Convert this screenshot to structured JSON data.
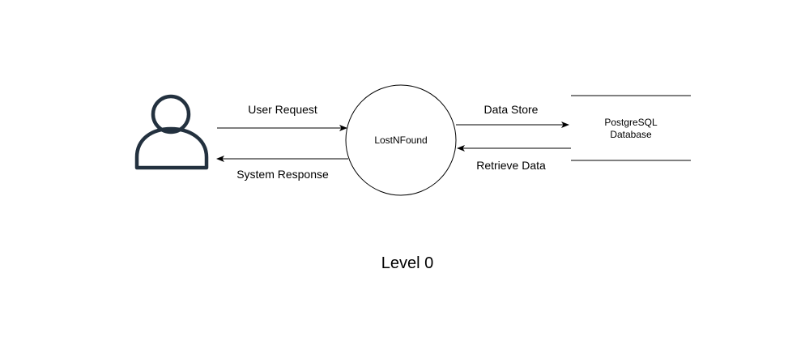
{
  "diagram": {
    "title": "Level 0",
    "process": {
      "label": "LostNFound"
    },
    "data_store": {
      "line1": "PostgreSQL",
      "line2": "Database"
    },
    "flows": {
      "user_request": "User Request",
      "system_response": "System Response",
      "data_store": "Data Store",
      "retrieve_data": "Retrieve Data"
    },
    "colors": {
      "actor": "#23313f",
      "stroke": "#000000",
      "background": "#ffffff"
    },
    "icons": {
      "actor": "user-icon"
    }
  }
}
